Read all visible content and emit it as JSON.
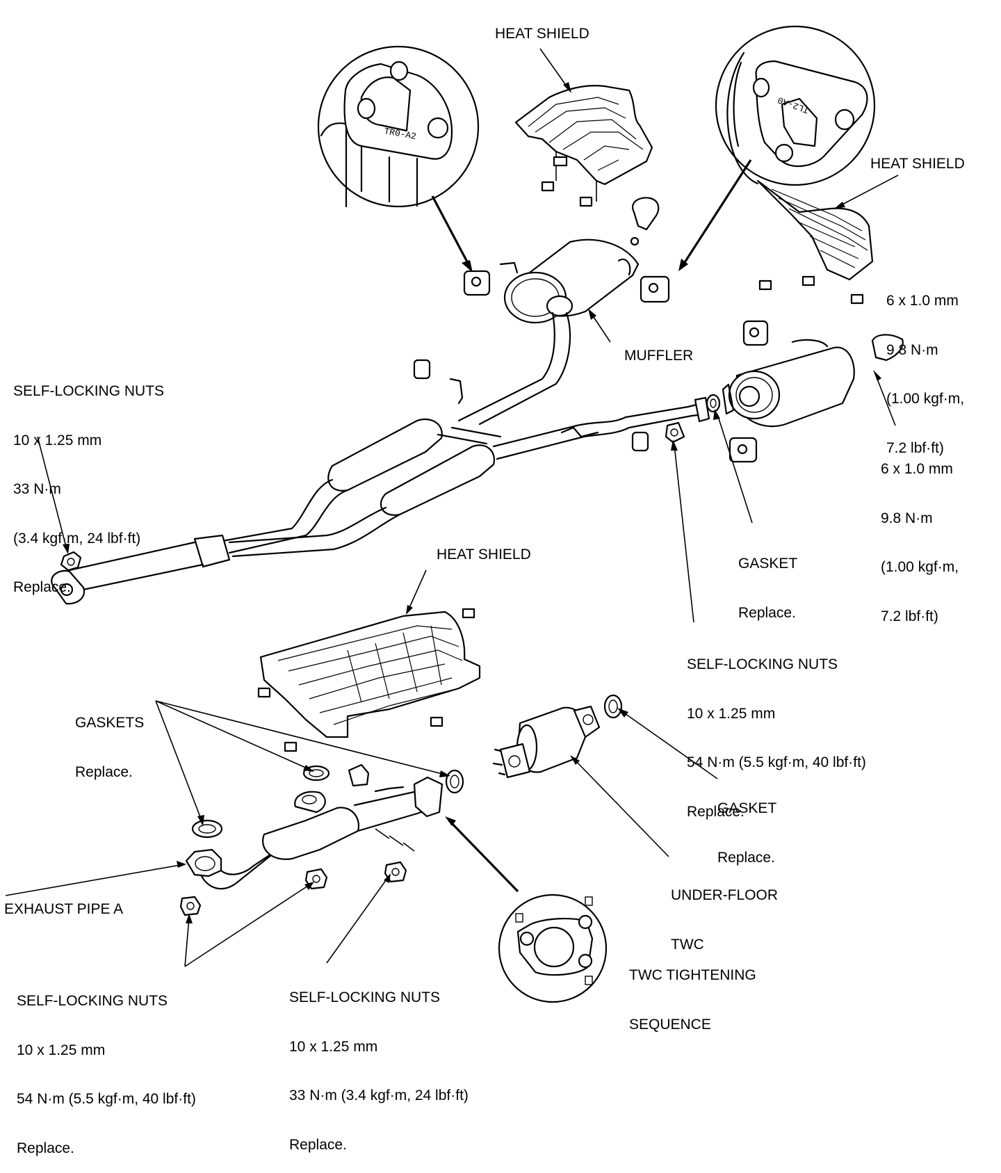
{
  "labels": {
    "heat_shield_top": "HEAT SHIELD",
    "heat_shield_right": "HEAT SHIELD",
    "heat_shield_middle": "HEAT SHIELD",
    "muffler": "MUFFLER",
    "bolt_spec_upper": [
      "6 x 1.0 mm",
      "9.8 N·m",
      "(1.00 kgf·m,",
      "7.2 lbf·ft)"
    ],
    "bolt_spec_lower": [
      "6 x 1.0 mm",
      "9.8 N·m",
      "(1.00 kgf·m,",
      "7.2 lbf·ft)"
    ],
    "self_locking_nuts_left": [
      "SELF-LOCKING NUTS",
      "10 x 1.25 mm",
      "33 N·m",
      "(3.4 kgf·m, 24 lbf·ft)",
      "Replace."
    ],
    "gasket_muffler": [
      "GASKET",
      "Replace."
    ],
    "self_locking_nuts_right": [
      "SELF-LOCKING NUTS",
      "10 x 1.25 mm",
      "54 N·m (5.5 kgf·m, 40 lbf·ft)",
      "Replace."
    ],
    "gaskets": [
      "GASKETS",
      "Replace."
    ],
    "gasket_twc": [
      "GASKET",
      "Replace."
    ],
    "under_floor_twc": [
      "UNDER-FLOOR",
      "TWC"
    ],
    "exhaust_pipe_a": "EXHAUST PIPE A",
    "twc_sequence": [
      "TWC TIGHTENING",
      "SEQUENCE"
    ],
    "self_locking_nuts_bottom_left": [
      "SELF-LOCKING NUTS",
      "10 x 1.25 mm",
      "54 N·m (5.5 kgf·m, 40 lbf·ft)",
      "Replace."
    ],
    "self_locking_nuts_bottom_mid": [
      "SELF-LOCKING NUTS",
      "10 x 1.25 mm",
      "33 N·m (3.4 kgf·m, 24 lbf·ft)",
      "Replace."
    ]
  },
  "detail_marks": {
    "left_hanger": "TR0-A2",
    "right_hanger": "TL2-A0"
  }
}
